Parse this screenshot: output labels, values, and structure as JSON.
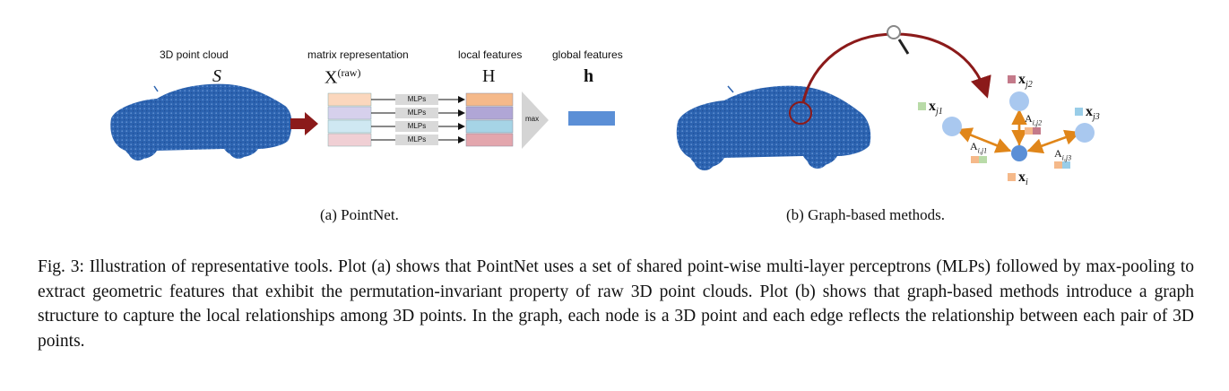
{
  "panel_a": {
    "col1_label": "3D point cloud",
    "col1_symbol": "S",
    "col2_label": "matrix representation",
    "col2_symbol": "X",
    "col2_superscript": "(raw)",
    "col3_label": "local features",
    "col3_symbol": "H",
    "col4_label": "global features",
    "col4_symbol": "h",
    "mlp_labels": [
      "MLPs",
      "MLPs",
      "MLPs",
      "MLPs"
    ],
    "max_label": "max",
    "caption": "(a) PointNet."
  },
  "panel_b": {
    "node_xi": "x",
    "node_xi_sub": "i",
    "node_xj1": "x",
    "node_xj1_sub": "j1",
    "node_xj2": "x",
    "node_xj2_sub": "j2",
    "node_xj3": "x",
    "node_xj3_sub": "j3",
    "edge_a1": "A",
    "edge_a1_sub": "i,j1",
    "edge_a2": "A",
    "edge_a2_sub": "i,j2",
    "edge_a3": "A",
    "edge_a3_sub": "i,j3",
    "caption": "(b) Graph-based methods."
  },
  "figure_caption": "Fig. 3:  Illustration of representative tools. Plot (a) shows that PointNet uses a set of shared point-wise multi-layer perceptrons (MLPs) followed by max-pooling to extract geometric features that exhibit the permutation-invariant property of raw 3D point clouds. Plot (b) shows that graph-based methods introduce a graph structure to capture the local relationships among 3D points. In the graph, each node is a 3D point and each edge reflects the relationship between each pair of 3D points.",
  "colors": {
    "point_cloud": "#2c63b0",
    "arrow_dark_red": "#8b1a1a",
    "row_orange": "#f5b98a",
    "row_purple": "#b0a6d6",
    "row_cyan": "#a6d4e6",
    "row_pink": "#e3a6ad",
    "global_feature": "#5b8fd6",
    "node_blue": "#a9c8ef",
    "node_center": "#5b8fd6",
    "edge_orange": "#e0861a"
  }
}
